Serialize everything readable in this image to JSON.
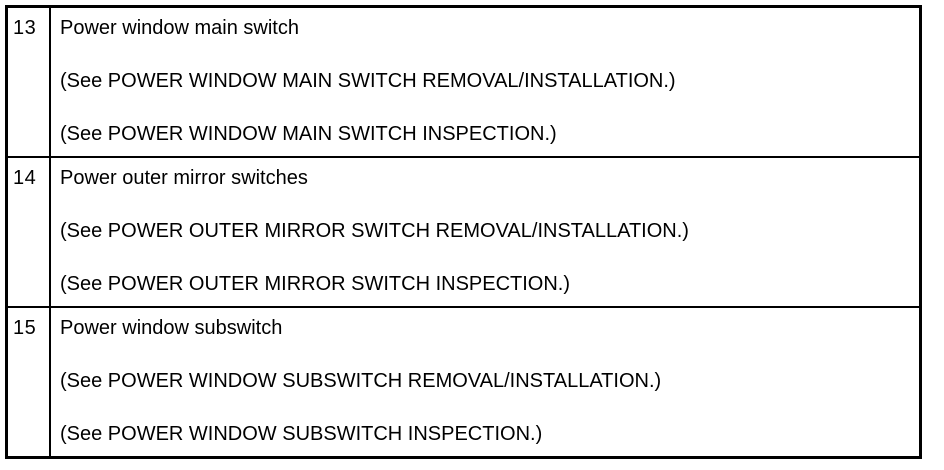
{
  "page": {
    "background_color": "#ffffff",
    "border_color": "#000000",
    "text_color": "#000000"
  },
  "table": {
    "rows": [
      {
        "number": "13",
        "title": "Power window main switch",
        "see_lines": [
          "(See POWER WINDOW MAIN SWITCH REMOVAL/INSTALLATION.)",
          "(See POWER WINDOW MAIN SWITCH INSPECTION.)"
        ]
      },
      {
        "number": "14",
        "title": "Power outer mirror switches",
        "see_lines": [
          "(See POWER OUTER MIRROR SWITCH REMOVAL/INSTALLATION.)",
          "(See POWER OUTER MIRROR SWITCH INSPECTION.)"
        ]
      },
      {
        "number": "15",
        "title": "Power window subswitch",
        "see_lines": [
          "(See POWER WINDOW SUBSWITCH REMOVAL/INSTALLATION.)",
          "(See POWER WINDOW SUBSWITCH INSPECTION.)"
        ]
      }
    ]
  }
}
